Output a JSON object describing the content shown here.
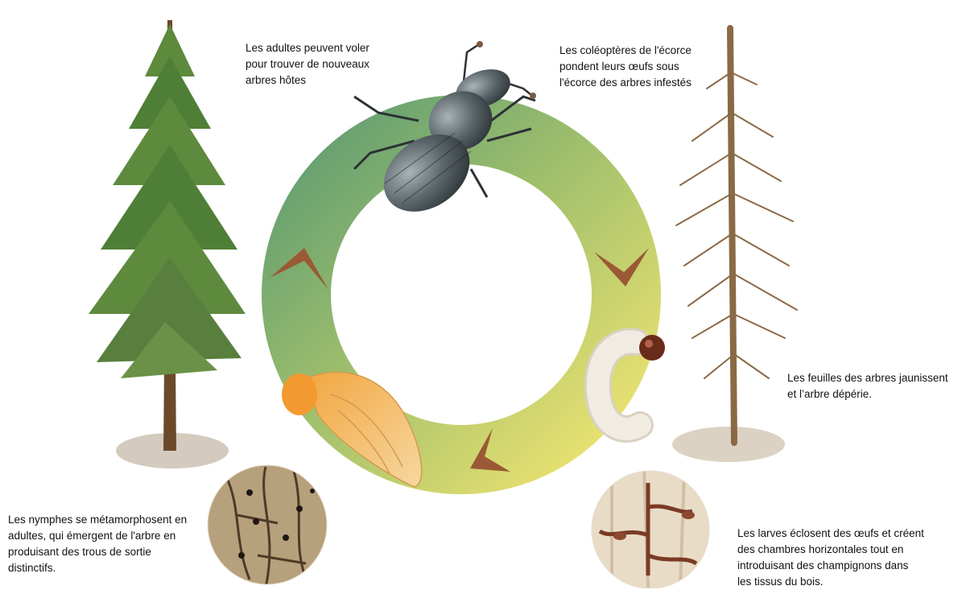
{
  "captions": {
    "adults": [
      "Les adultes peuvent voler",
      "pour trouver de nouveaux",
      "arbres hôtes"
    ],
    "eggs": [
      "Les coléoptères de l'écorce",
      "pondent leurs œufs sous",
      "l'écorce des arbres infestés"
    ],
    "leaves": [
      "Les feuilles des arbres jaunissent",
      "et l’arbre dépérie."
    ],
    "nymphs": [
      "Les nymphes se métamorphosent en",
      "adultes, qui émergent de l'arbre en",
      "produisant des trous de sortie",
      "distinctifs."
    ],
    "larvae": [
      "Les larves éclosent des œufs et créent",
      "des chambres horizontales tout en",
      "introduisant des champignons dans",
      "les tissus du bois."
    ]
  },
  "colors": {
    "ring_green": "#5f9c72",
    "ring_yellow": "#efe26f",
    "arrow": "#9a5a35",
    "healthy_tree": "#5e8a3e",
    "dead_tree": "#8a6a45",
    "beetle": "#4a5358",
    "larva": "#f1ece2",
    "pupa": "#eeb35a"
  }
}
